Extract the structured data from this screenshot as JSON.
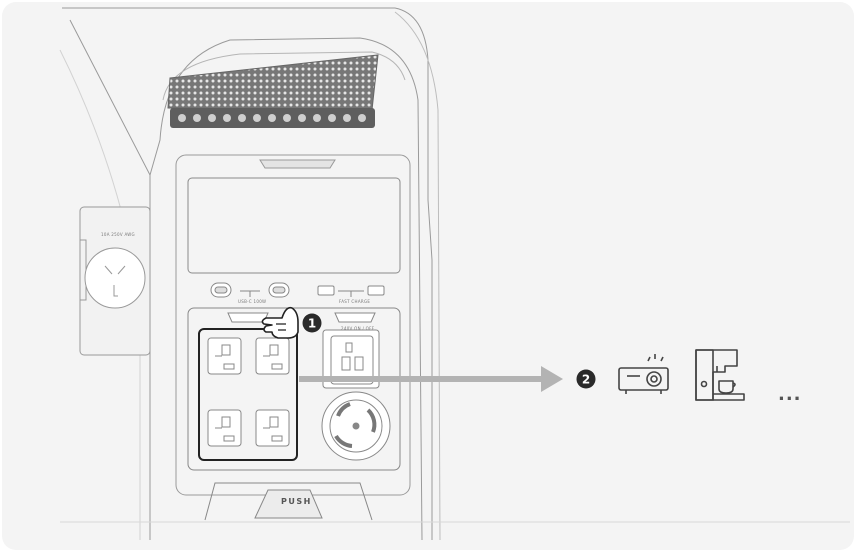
{
  "labels": {
    "usb_c": "USB-C 100W",
    "fast_charge": "FAST CHARGE",
    "ac_switch": "240V ON / OFF",
    "push": "PUSH",
    "side_outlet": "10A 250V AWG"
  },
  "steps": {
    "step1": "1",
    "step2": "2"
  },
  "ellipsis": "...",
  "colors": {
    "line": "#8a8a8a",
    "highlight": "#222222",
    "arrow": "#b3b3b3",
    "badge": "#2a2a2a"
  },
  "icons": [
    "hand-pointer-icon",
    "projector-icon",
    "coffee-machine-icon"
  ]
}
